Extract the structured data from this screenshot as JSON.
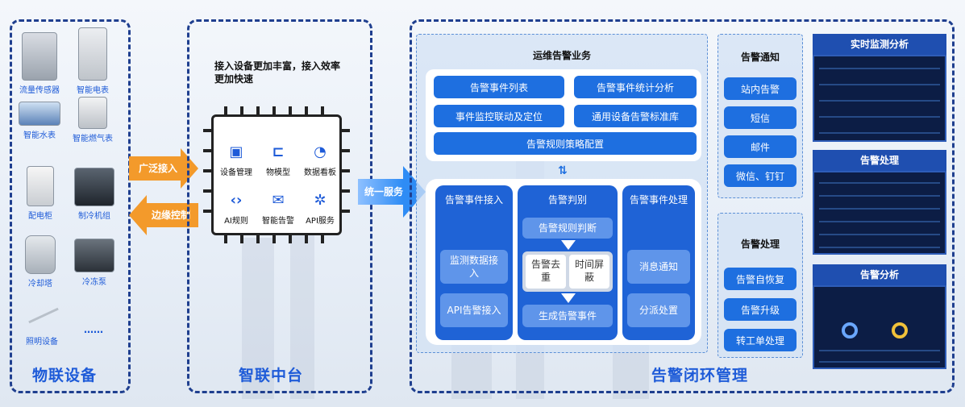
{
  "sections": {
    "iot_devices": "物联设备",
    "platform": "智联中台",
    "alarm_loop": "告警闭环管理"
  },
  "devices": {
    "flow_sensor": "流量传感器",
    "smart_meter": "智能电表",
    "water_meter": "智能水表",
    "gas_meter": "智能燃气表",
    "power_cabinet": "配电柜",
    "chiller": "制冷机组",
    "cooling_tower": "冷却塔",
    "freezing_pump": "冷冻泵",
    "lighting": "照明设备",
    "more": "……"
  },
  "arrows": {
    "wide_access": "广泛接入",
    "edge_control": "边缘控制",
    "unified_service": "统一服务"
  },
  "platform": {
    "slogan": "接入设备更加丰富，接入效率更加快速",
    "modules": [
      "设备管理",
      "物模型",
      "数据看板",
      "AI规则",
      "智能告警",
      "API服务"
    ]
  },
  "ops": {
    "title": "运维告警业务",
    "buttons": [
      "告警事件列表",
      "告警事件统计分析",
      "事件监控联动及定位",
      "通用设备告警标准库",
      "告警规则策略配置"
    ]
  },
  "flow": {
    "col1_title": "告警事件接入",
    "col1_items": [
      "监测数据接入",
      "API告警接入"
    ],
    "col2_title": "告警判别",
    "col2_rule": "告警规则判断",
    "col2_sub": [
      "告警去重",
      "时间屏蔽"
    ],
    "col2_out": "生成告警事件",
    "col3_title": "告警事件处理",
    "col3_items": [
      "消息通知",
      "分派处置"
    ]
  },
  "notify": {
    "title": "告警通知",
    "items": [
      "站内告警",
      "短信",
      "邮件",
      "微信、钉钉"
    ]
  },
  "handle": {
    "title": "告警处理",
    "items": [
      "告警自恢复",
      "告警升级",
      "转工单处理"
    ]
  },
  "screens": [
    "实时监测分析",
    "告警处理",
    "告警分析"
  ],
  "colors": {
    "primary": "#1e6fe0",
    "dark_border": "#1f3f8f",
    "orange": "#f39a2b"
  }
}
